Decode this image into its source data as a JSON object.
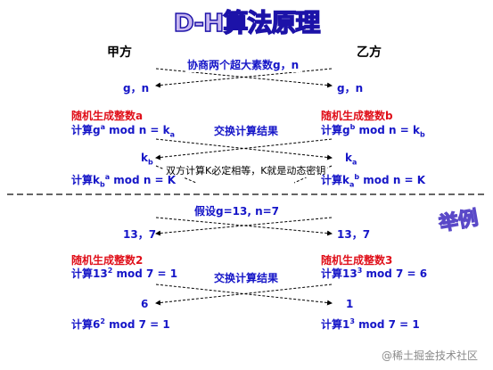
{
  "title": "D-H算法原理",
  "parties": {
    "left": "甲方",
    "right": "乙方"
  },
  "theory": {
    "agree_label": "协商两个超大素数g，n",
    "left_gn": "g，n",
    "right_gn": "g，n",
    "left_random": "随机生成整数a",
    "right_random": "随机生成整数b",
    "left_calc": {
      "prefix": "计算g",
      "sup": "a",
      "mid": " mod n = k",
      "sub": "a"
    },
    "right_calc": {
      "prefix": "计算g",
      "sup": "b",
      "mid": " mod n = k",
      "sub": "b"
    },
    "exchange_label": "交换计算结果",
    "left_k": {
      "base": "k",
      "sub": "b"
    },
    "right_k": {
      "base": "k",
      "sub": "a"
    },
    "note": "双方计算K必定相等，K就是动态密钥",
    "left_final": {
      "prefix": "计算k",
      "sub": "b",
      "sup": "a",
      "suffix": " mod n = K"
    },
    "right_final": {
      "prefix": "计算k",
      "sub": "a",
      "sup": "b",
      "suffix": " mod n = K"
    }
  },
  "example": {
    "tag": "举例",
    "assume_label": "假设g=13, n=7",
    "left_gn": "13，7",
    "right_gn": "13，7",
    "left_random": "随机生成整数2",
    "right_random": "随机生成整数3",
    "left_calc": {
      "prefix": "计算13",
      "sup": "2",
      "suffix": " mod 7 = 1"
    },
    "right_calc": {
      "prefix": "计算13",
      "sup": "3",
      "suffix": " mod 7 = 6"
    },
    "exchange_label": "交换计算结果",
    "left_k": "6",
    "right_k": "1",
    "left_final": {
      "prefix": "计算6",
      "sup": "2",
      "suffix": " mod 7 = 1"
    },
    "right_final": {
      "prefix": "计算1",
      "sup": "3",
      "suffix": " mod 7 = 1"
    }
  },
  "watermark": "@稀土掘金技术社区",
  "colors": {
    "blue": "#1616c8",
    "red": "#e0101a",
    "divider": "#333333"
  }
}
